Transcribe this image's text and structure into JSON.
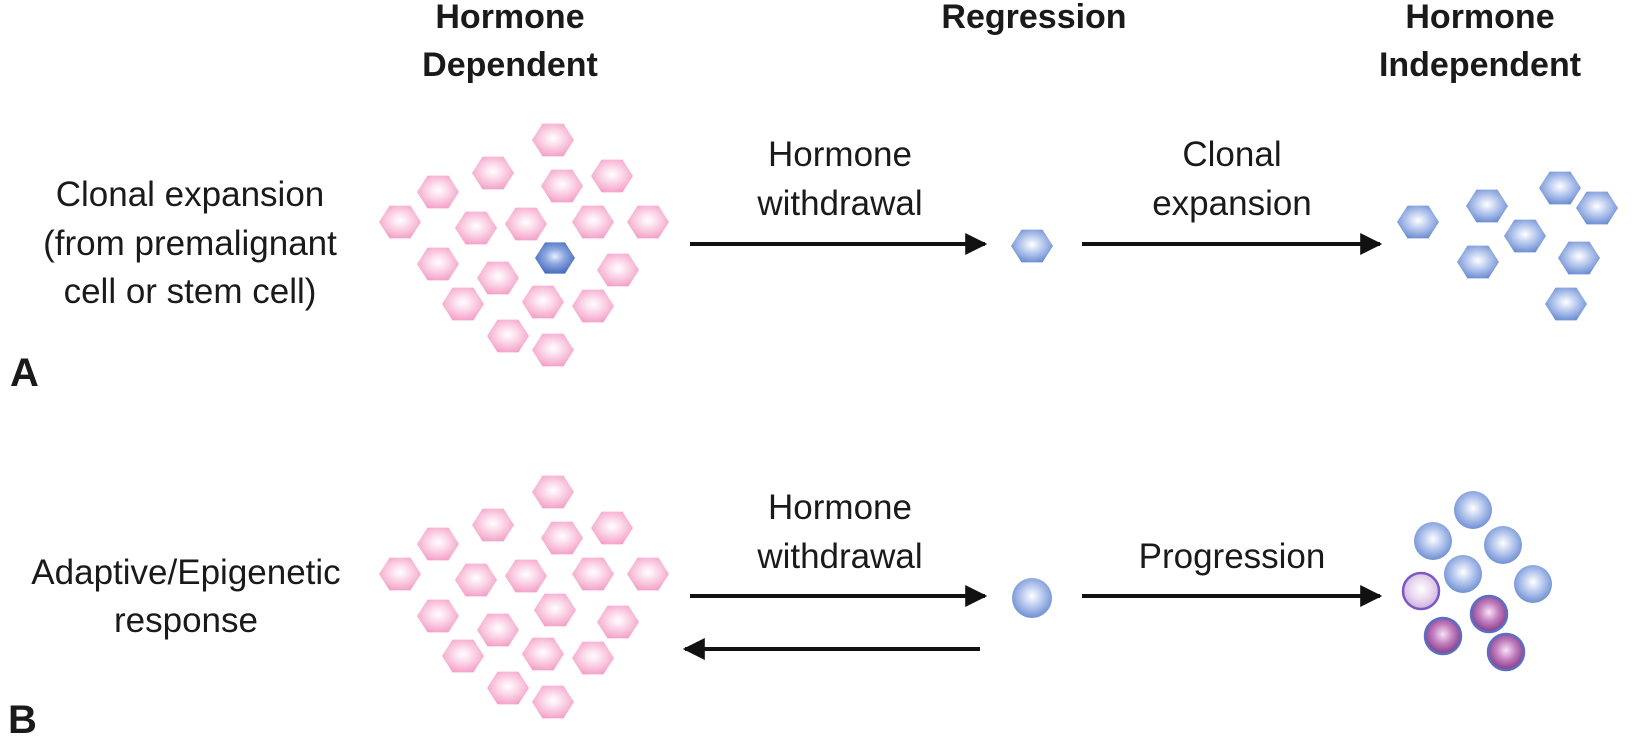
{
  "columns": {
    "hormone_dependent": [
      "Hormone",
      "Dependent"
    ],
    "regression": [
      "Regression"
    ],
    "hormone_independent": [
      "Hormone",
      "Independent"
    ]
  },
  "panel_a": {
    "letter": "A",
    "mechanism": [
      "Clonal expansion",
      "(from premalignant",
      "cell or stem cell)"
    ],
    "step1": [
      "Hormone",
      "withdrawal"
    ],
    "step2": [
      "Clonal",
      "expansion"
    ]
  },
  "panel_b": {
    "letter": "B",
    "mechanism": [
      "Adaptive/Epigenetic",
      "response"
    ],
    "step1": [
      "Hormone",
      "withdrawal"
    ],
    "step2": [
      "Progression"
    ]
  },
  "colors": {
    "pink_cell": "#f6a3c9",
    "blue_cell": "#6f8fd2",
    "purple_cell": "#8a3d8c",
    "arrow": "#111111"
  }
}
